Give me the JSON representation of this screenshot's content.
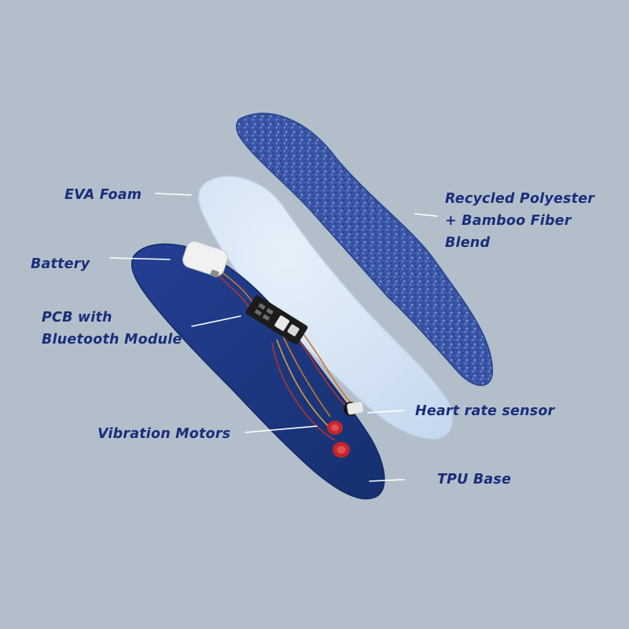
{
  "colors": {
    "background": "#b2bfcb",
    "label_text": "#1b2d7a",
    "leader_line": "#ffffff",
    "tpu_base": "#1c3a8c",
    "eva_foam": "#dce9f7",
    "fabric_top": "#3a57a8",
    "pcb": "#1c1c1c",
    "motor": "#c4252a",
    "wire": "#c8772a"
  },
  "labels": {
    "eva_foam": "EVA Foam",
    "top_layer": {
      "line1": "Recycled Polyester",
      "line2": "+ Bamboo Fiber",
      "line3": "Blend"
    },
    "battery": "Battery",
    "pcb": {
      "line1": "PCB with",
      "line2": "Bluetooth Module"
    },
    "heart_rate_sensor": "Heart rate sensor",
    "vibration_motors": "Vibration Motors",
    "tpu_base": "TPU Base"
  }
}
